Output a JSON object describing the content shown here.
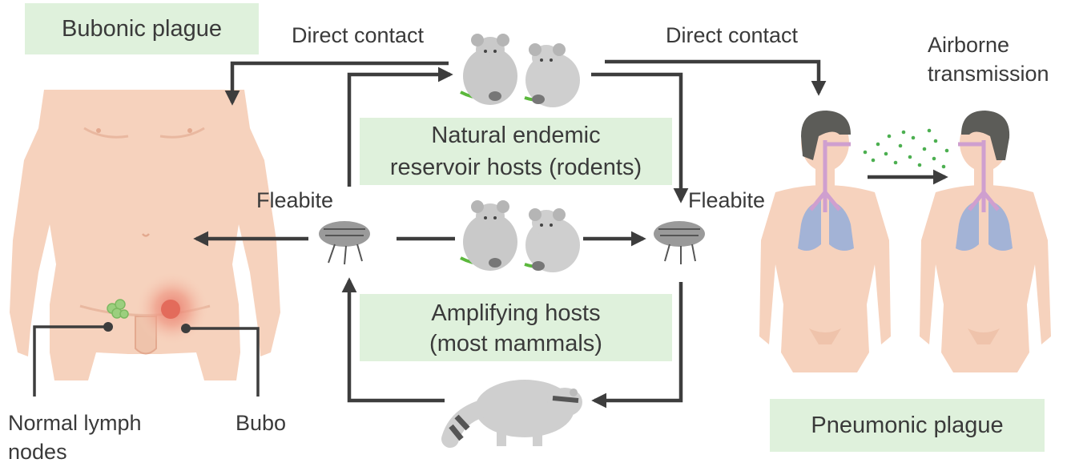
{
  "labels": {
    "bubonic_plague": "Bubonic plague",
    "pneumonic_plague": "Pneumonic plague",
    "direct_contact_left": "Direct contact",
    "direct_contact_right": "Direct contact",
    "airborne_line1": "Airborne",
    "airborne_line2": "transmission",
    "natural_hosts_line1": "Natural endemic",
    "natural_hosts_line2": "reservoir hosts (rodents)",
    "amplifying_line1": "Amplifying hosts",
    "amplifying_line2": "(most mammals)",
    "fleabite_left": "Fleabite",
    "fleabite_right": "Fleabite",
    "normal_nodes_line1": "Normal lymph",
    "normal_nodes_line2": "nodes",
    "bubo": "Bubo"
  },
  "colors": {
    "label_box": "#dff1dc",
    "skin": "#f6d2bd",
    "skin_shadow": "#e9b8a0",
    "hair": "#5c5c58",
    "lungs": "#a3b3d6",
    "airway": "#cf9fcf",
    "droplets": "#4caf50",
    "arrow": "#3d3d3d",
    "rodent": "#c9c9c9",
    "rodent_tail": "#5bb83c",
    "bubo": "#e07a6a",
    "lymph_node": "#9bcf7e"
  }
}
